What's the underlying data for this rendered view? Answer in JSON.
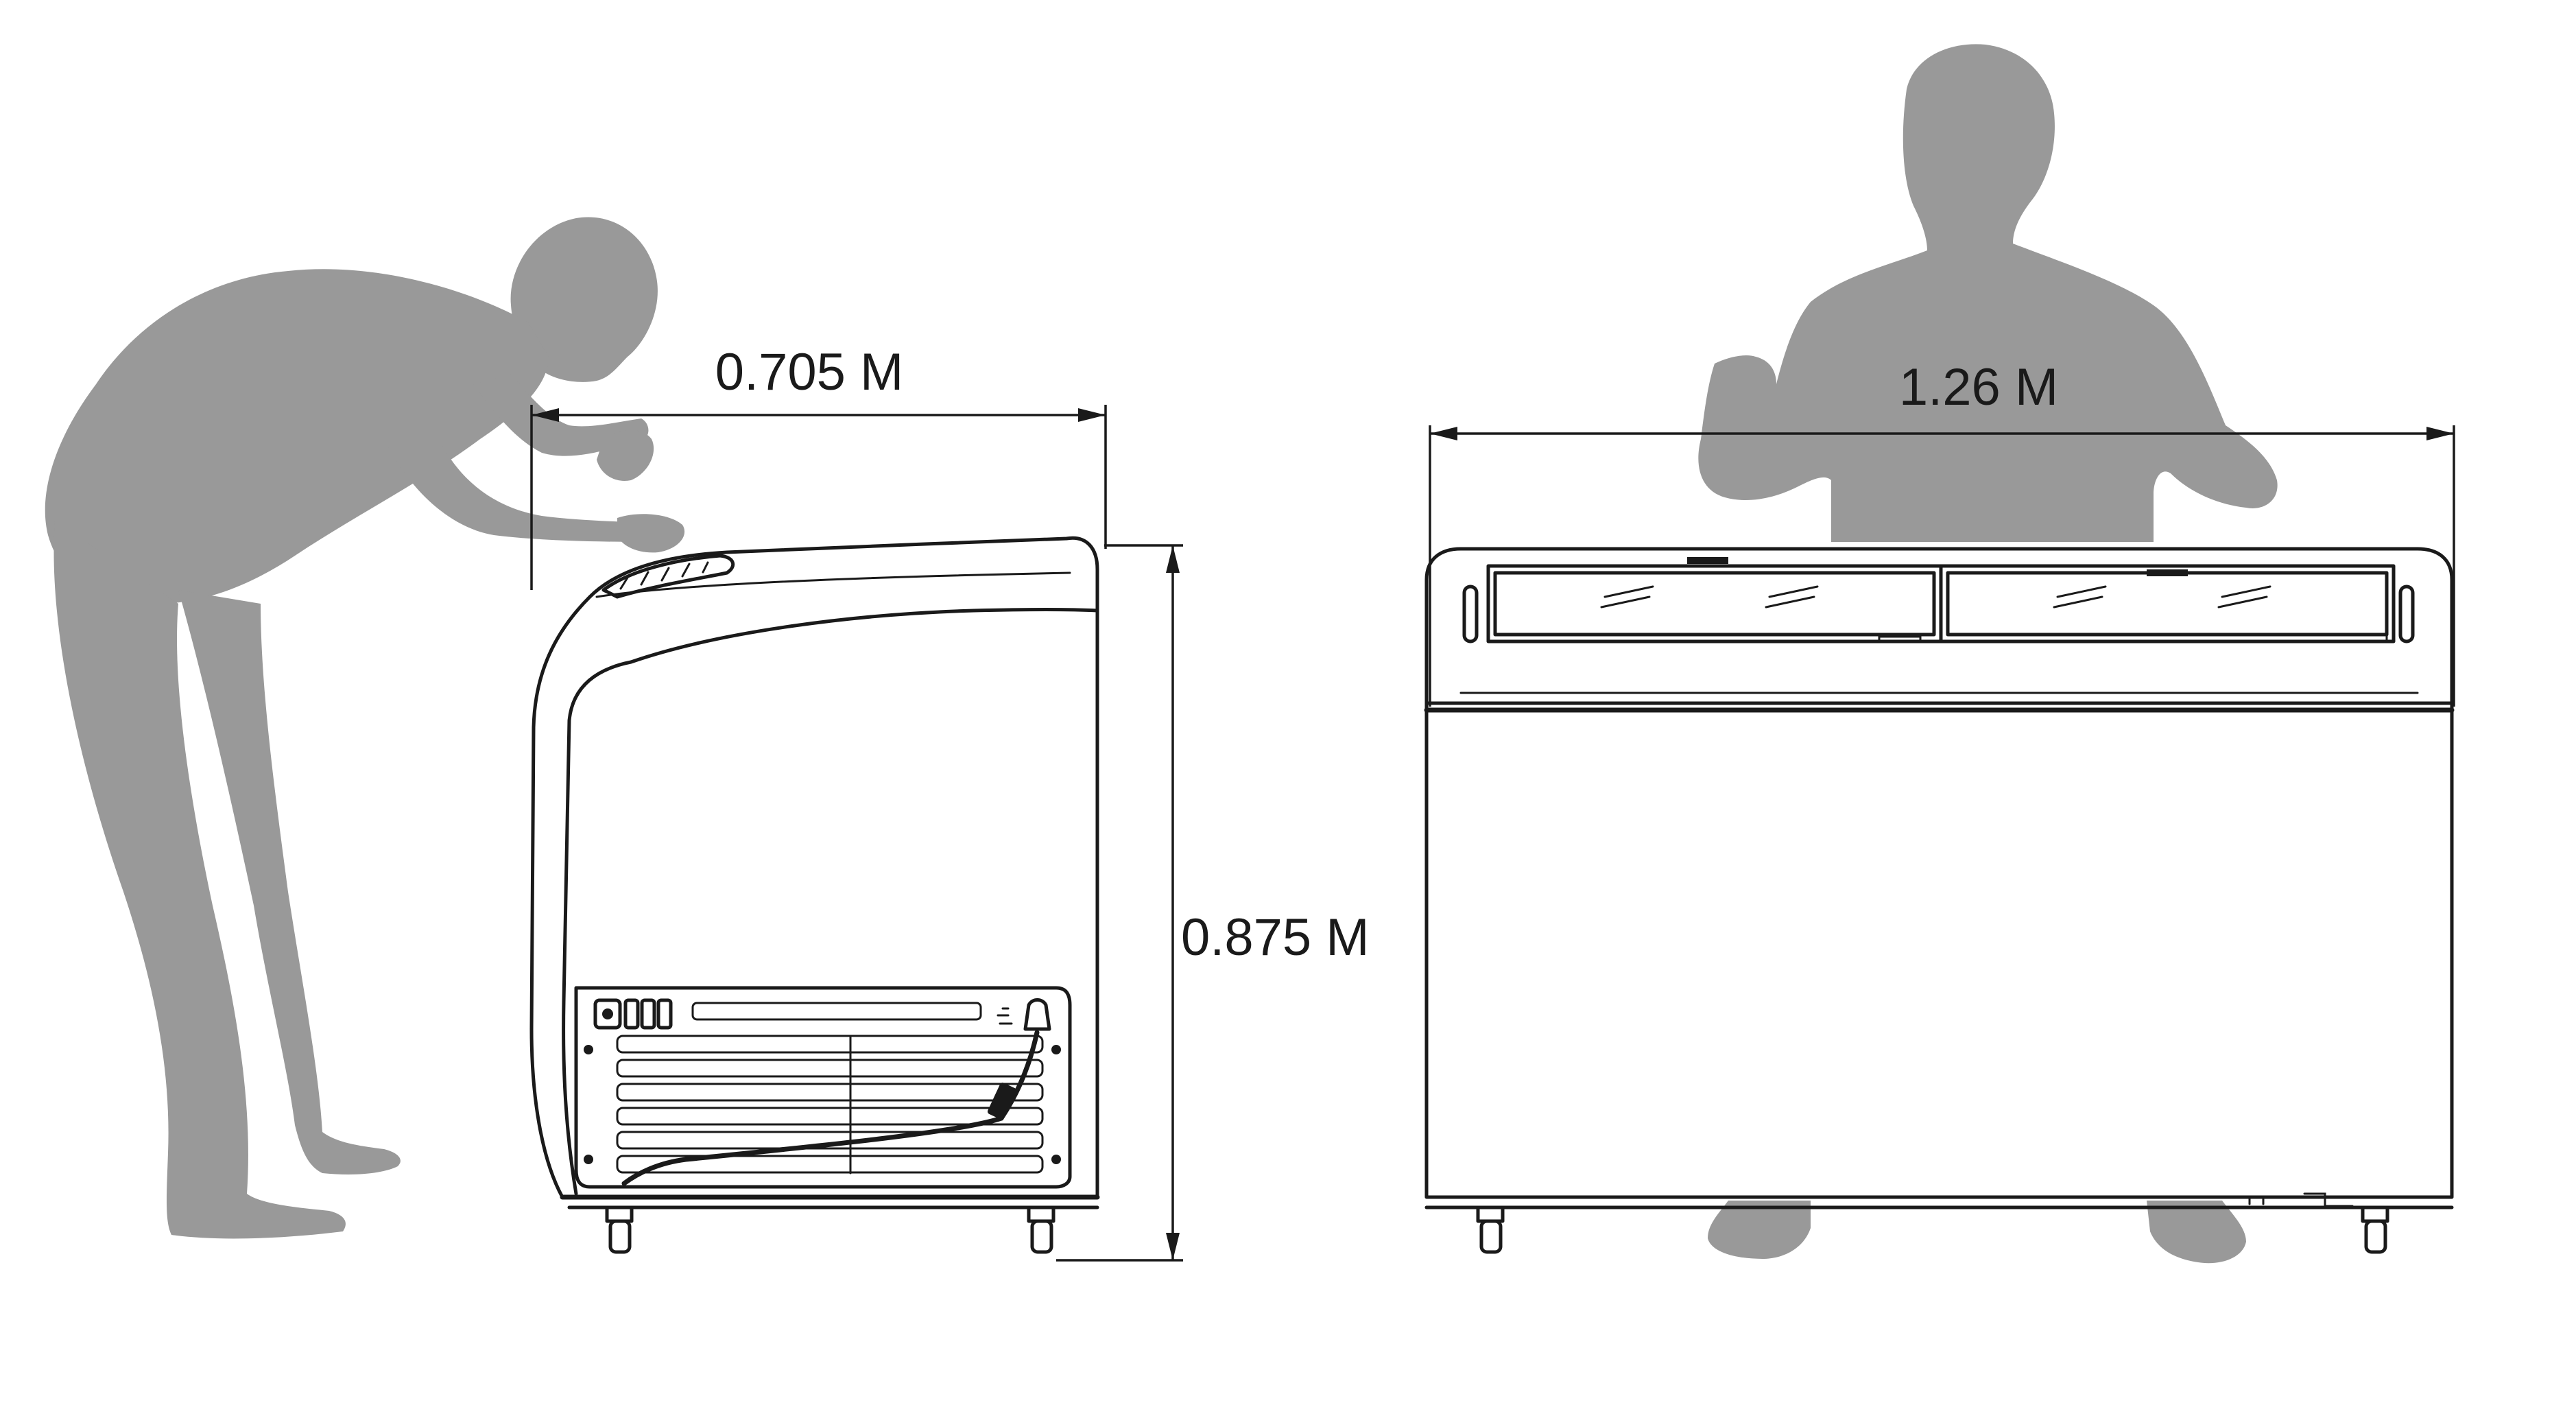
{
  "dimensions": {
    "depth_label": "0.705 M",
    "width_label": "1.26 M",
    "height_label": "0.875 M"
  },
  "figures": {
    "side_view_person": "bending-person-silhouette",
    "front_view_person": "standing-person-silhouette"
  },
  "colors": {
    "silhouette": "#999999",
    "line_art": "#1a1a1a",
    "background": "#ffffff"
  }
}
